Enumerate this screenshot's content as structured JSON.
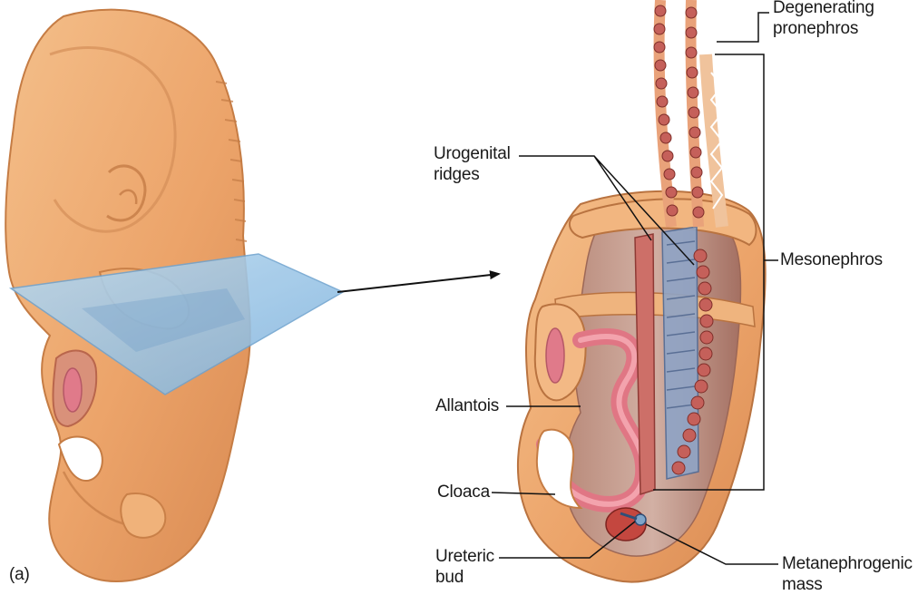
{
  "figure": {
    "panel_label": "(a)",
    "labels": {
      "degenerating_pronephros": [
        "Degenerating",
        "pronephros"
      ],
      "urogenital_ridges": [
        "Urogenital",
        "ridges"
      ],
      "mesonephros": "Mesonephros",
      "allantois": "Allantois",
      "cloaca": "Cloaca",
      "ureteric_bud": [
        "Ureteric",
        "bud"
      ],
      "metanephrogenic_mass": [
        "Metanephrogenic",
        "mass"
      ]
    }
  },
  "colors": {
    "skin": "#eeab72",
    "skin_dark": "#d68d55",
    "section_plane": "#9cc6e8",
    "tubules": "#c4605a",
    "allantois": "#e0707e",
    "leader_lines": "#111111"
  }
}
